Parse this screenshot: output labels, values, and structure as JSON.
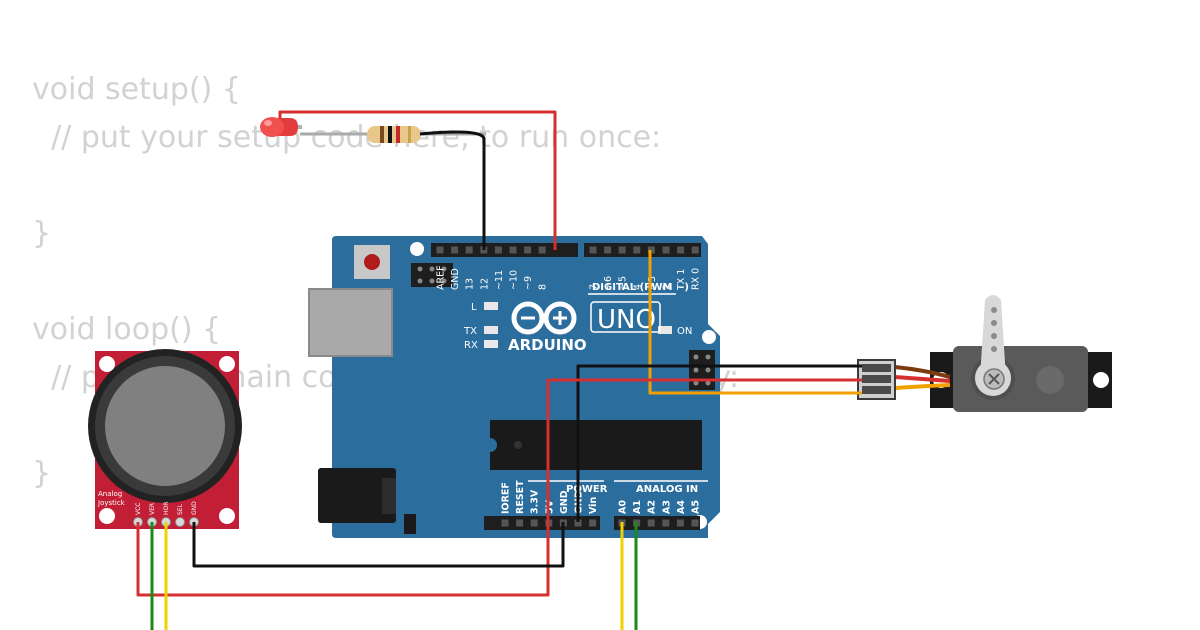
{
  "code": {
    "lines": [
      "void setup() {",
      "  // put your setup code here, to run once:",
      "",
      "}",
      "",
      "void loop() {",
      "  // put your main code here, to run repeatedly:",
      "",
      "}"
    ]
  },
  "arduino": {
    "brand": "ARDUINO",
    "model": "UNO",
    "digital_header": "DIGITAL (PWM ~)",
    "power_header": "POWER",
    "analog_header": "ANALOG IN",
    "led_l": "L",
    "led_tx": "TX",
    "led_rx": "RX",
    "led_on": "ON",
    "top_pins_left": [
      "AREF",
      "GND",
      "13",
      "12",
      "~11",
      "~10",
      "~9",
      "8"
    ],
    "top_pins_right": [
      "7",
      "~6",
      "~5",
      "4",
      "~3",
      "2",
      "TX 1",
      "RX 0"
    ],
    "power_pins": [
      "IOREF",
      "RESET",
      "3.3V",
      "5V",
      "GND",
      "GND",
      "Vin"
    ],
    "analog_pins": [
      "A0",
      "A1",
      "A2",
      "A3",
      "A4",
      "A5"
    ]
  },
  "joystick": {
    "label_line1": "Analog",
    "label_line2": "Joystick",
    "pins": [
      "VCC",
      "VER",
      "HOR",
      "SEL",
      "GND"
    ]
  },
  "colors": {
    "board_blue": "#2b6e9e",
    "wire_red": "#d62f2f",
    "wire_black": "#111111",
    "wire_green": "#1a8a1a",
    "wire_yellow": "#f0d000",
    "wire_orange": "#f2a000",
    "joystick_red": "#c21f36",
    "servo_gray": "#5a5a5a"
  }
}
